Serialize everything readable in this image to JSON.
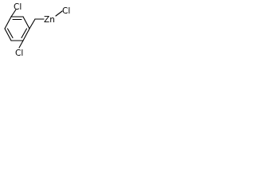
{
  "molecule": {
    "labels": {
      "cl_top": "Cl",
      "cl_bottom": "Cl",
      "zn": "Zn",
      "cl_zn": "Cl"
    },
    "colors": {
      "bond": "#000000",
      "text": "#000000",
      "background": "#ffffff"
    }
  }
}
